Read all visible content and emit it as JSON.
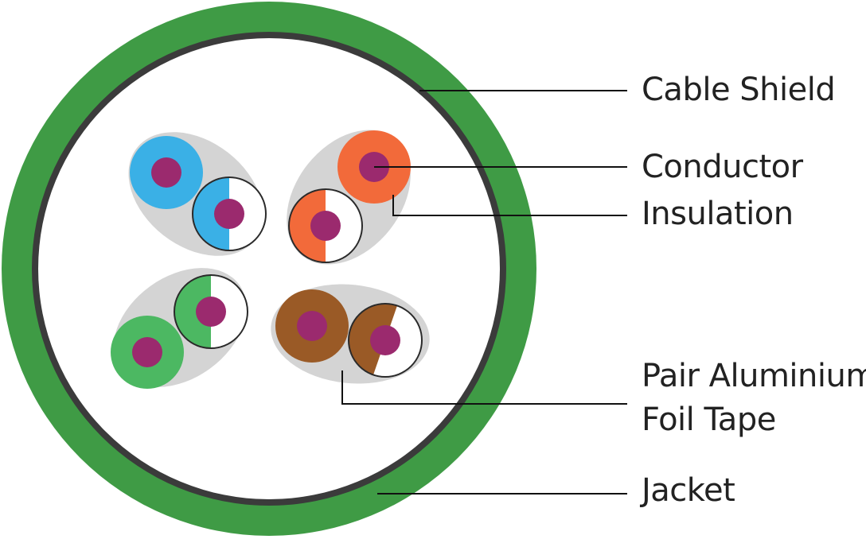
{
  "labels": {
    "cable_shield": "Cable Shield",
    "conductor": "Conductor",
    "insulation": "Insulation",
    "foil_tape_line1": "Pair Aluminium",
    "foil_tape_line2": "Foil Tape",
    "jacket": "Jacket"
  },
  "colors": {
    "jacket": "#3f9b45",
    "shield": "#3b3b3b",
    "foil": "#d4d4d4",
    "conductor": "#9b2a6e",
    "blue": "#3ab0e6",
    "orange": "#f26a3a",
    "green": "#4cb862",
    "brown": "#9a5a26",
    "leader": "#111111"
  }
}
